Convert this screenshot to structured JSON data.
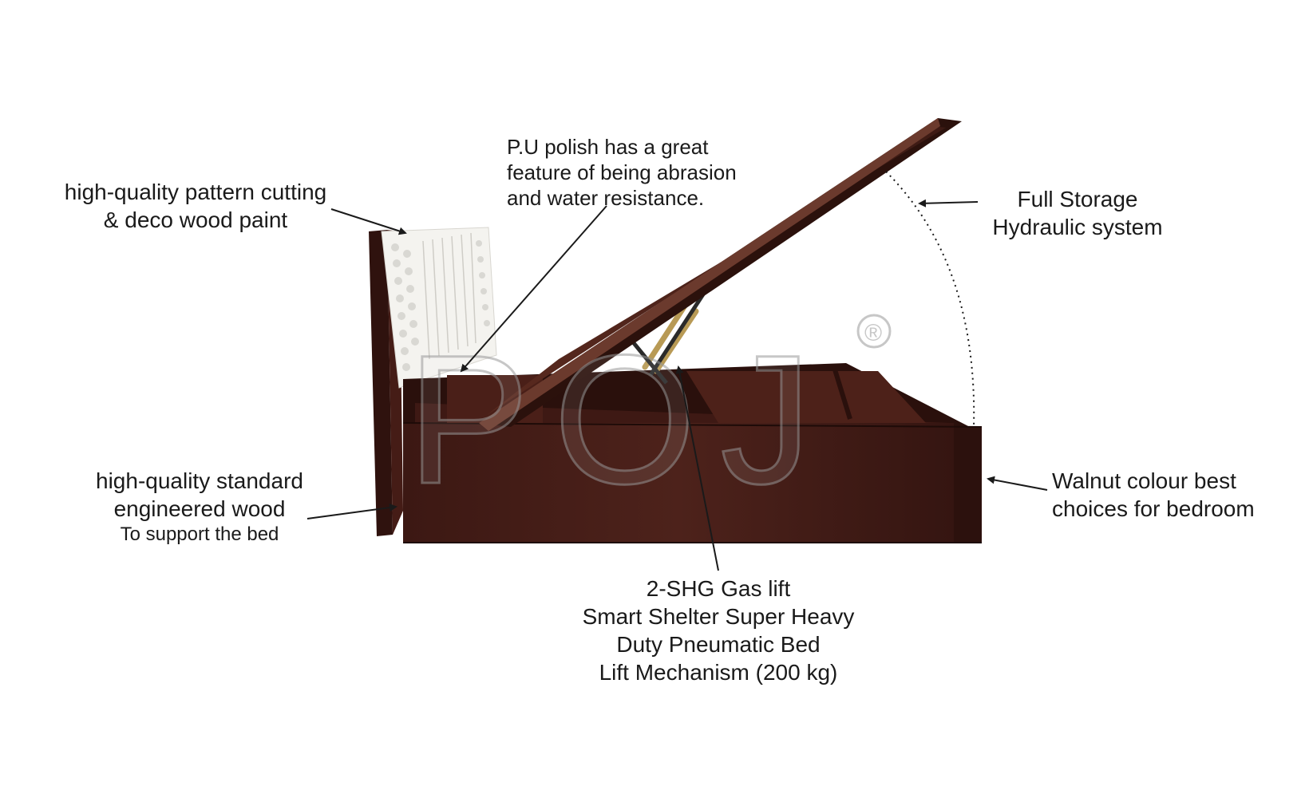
{
  "annotations": {
    "pattern": [
      "high-quality  pattern cutting",
      "& deco wood  paint"
    ],
    "polish": [
      "P.U polish has a great",
      "feature of being abrasion",
      "and water resistance."
    ],
    "storage": [
      "Full Storage",
      "Hydraulic system"
    ],
    "wood": [
      "high-quality  standard",
      "engineered wood",
      "To support the bed"
    ],
    "walnut": [
      "Walnut colour best",
      "choices for bedroom"
    ],
    "gaslift": [
      "2-SHG Gas lift",
      "Smart Shelter Super Heavy",
      "Duty Pneumatic Bed",
      "Lift Mechanism (200 kg)"
    ]
  },
  "watermark": "POJ",
  "registered_mark": "®",
  "colors": {
    "walnut_dark": "#3a1712",
    "walnut_mid": "#4b201a",
    "panel_white": "#f4f3ef",
    "arrow": "#1a1a1a",
    "watermark_stroke": "#9a9a9a"
  }
}
